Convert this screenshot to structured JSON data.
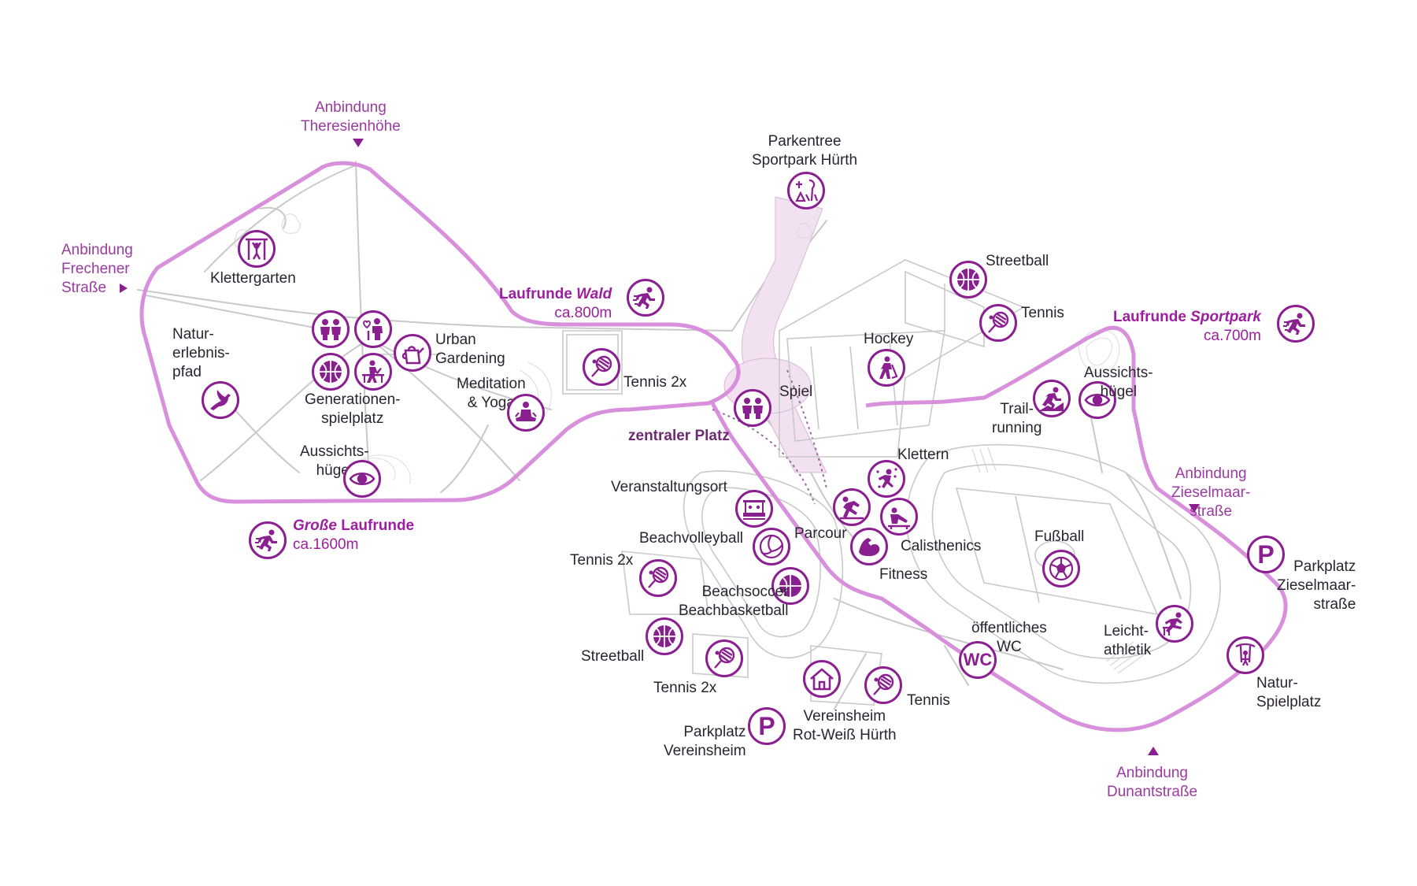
{
  "connections": {
    "theresienhoehe": "Anbindung\nTheresienhöhe",
    "frechener": "Anbindung\nFrechener\nStraße",
    "zieselmaar": "Anbindung\nZieselmaar-\nstraße",
    "dunant": "Anbindung\nDunantstraße"
  },
  "routes": {
    "wald": {
      "prefix": "Laufrunde ",
      "emph": "Wald",
      "distance": "ca.800m"
    },
    "sportpark": {
      "prefix": "Laufrunde ",
      "emph": "Sportpark",
      "distance": "ca.700m"
    },
    "gross": {
      "emph": "Große",
      "suffix": " Laufrunde",
      "distance": "ca.1600m"
    }
  },
  "labels": {
    "parkentree": "Parkentree\nSportpark Hürth",
    "klettergarten": "Klettergarten",
    "naturerlebnispfad": "Natur-\nerlebnis-\npfad",
    "urban_gardening": "Urban\nGardening",
    "generationenspielplatz": "Generationen-\nspielplatz",
    "meditation": "Meditation\n& Yoga",
    "aussichtshuegel_west": "Aussichts-\nhügel",
    "tennis_2x_center": "Tennis 2x",
    "zentraler_platz": "zentraler Platz",
    "spiel": "Spiel",
    "hockey": "Hockey",
    "streetball_north": "Streetball",
    "tennis_north": "Tennis",
    "trailrunning": "Trail-\nrunning",
    "aussichtshuegel_east": "Aussichts-\nhügel",
    "klettern": "Klettern",
    "veranstaltungsort": "Veranstaltungsort",
    "beachvolleyball": "Beachvolleyball",
    "parcour": "Parcour",
    "calisthenics": "Calisthenics",
    "fitness": "Fitness",
    "fussball": "Fußball",
    "tennis_2x_left": "Tennis 2x",
    "beachsoccer": "Beachsoccer\nBeachbasketball",
    "streetball_south": "Streetball",
    "tennis_2x_bottom": "Tennis 2x",
    "oeffentliches_wc": "öffentliches\nWC",
    "leichtathletik": "Leicht-\nathletik",
    "parkplatz_zieselmaar": "Parkplatz\nZieselmaar-\nstraße",
    "naturspielplatz": "Natur-\nSpielplatz",
    "vereinsheim": "Vereinsheim\nRot-Weiß Hürth",
    "tennis_south": "Tennis",
    "parkplatz_vereinsheim": "Parkplatz\nVereinsheim"
  },
  "icon_text": {
    "wc": "WC",
    "parking": "P"
  },
  "colors": {
    "accent": "#8a1f8f",
    "route": "#d88fdc",
    "paths": "#c9c9c9",
    "text": "#2b2430"
  }
}
